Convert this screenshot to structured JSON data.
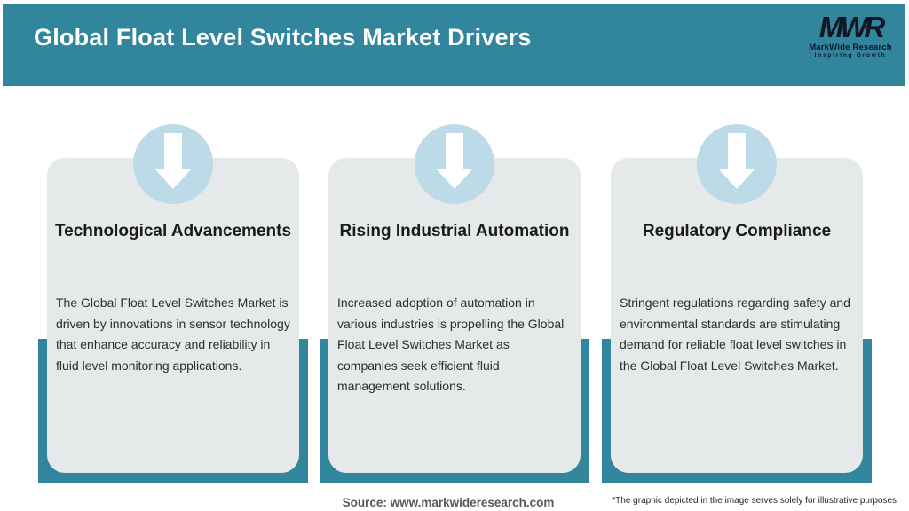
{
  "header": {
    "title": "Global Float Level Switches Market Drivers",
    "logo": {
      "monogram": "MWR",
      "name": "MarkWide Research",
      "tagline": "Inspiring Growth"
    }
  },
  "cards": [
    {
      "icon": "down-arrow-icon",
      "title": "Technological Advancements",
      "body": "The Global Float Level Switches Market is driven by innovations in sensor technology that enhance accuracy and reliability in fluid level monitoring applications."
    },
    {
      "icon": "down-arrow-icon",
      "title": "Rising Industrial Automation",
      "body": "Increased adoption of automation in various industries is propelling the Global Float Level Switches Market as companies seek efficient fluid management solutions."
    },
    {
      "icon": "down-arrow-icon",
      "title": "Regulatory Compliance",
      "body": "Stringent regulations regarding safety and environmental standards are stimulating demand for reliable float level switches in the Global Float Level Switches Market."
    }
  ],
  "footer": {
    "source": "Source: www.markwideresearch.com",
    "disclaimer": "*The graphic depicted in the image serves solely for illustrative purposes"
  },
  "colors": {
    "accent_teal": "#31859C",
    "badge_blue": "#BCDAE7",
    "card_gray": "#E6E9E9",
    "logo_dark": "#101623"
  }
}
